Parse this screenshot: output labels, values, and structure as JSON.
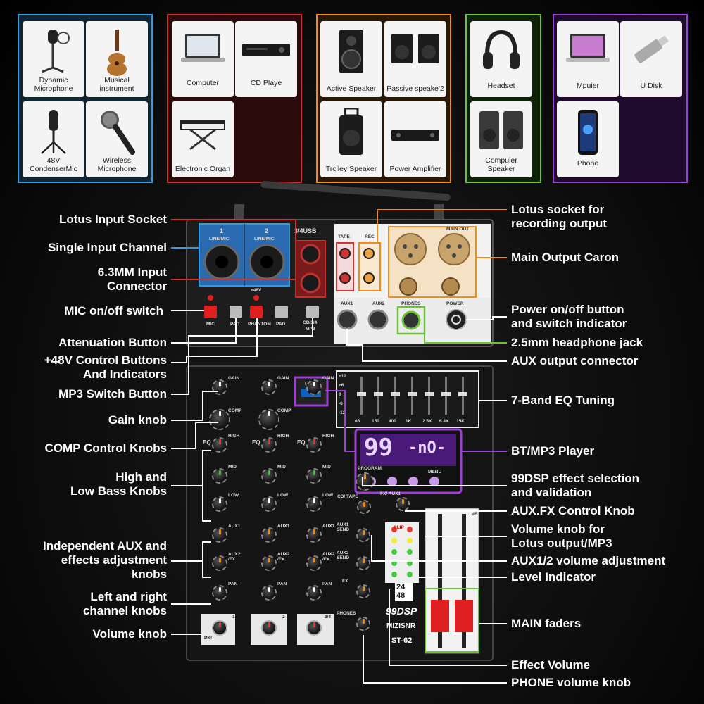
{
  "groups": [
    {
      "name": "inputs-mic",
      "color": "#2f9be0",
      "tiles": [
        {
          "label": "Dynamic Microphone",
          "icon": "microphone-stand-icon"
        },
        {
          "label": "Musical instrument",
          "icon": "ukulele-icon"
        },
        {
          "label": "48V CondenserMic",
          "icon": "condenser-mic-icon"
        },
        {
          "label": "Wireless Microphone",
          "icon": "wireless-mic-icon"
        }
      ]
    },
    {
      "name": "inputs-line",
      "color": "#d63030",
      "tiles": [
        {
          "label": "Computer",
          "icon": "laptop-icon"
        },
        {
          "label": "CD Playe",
          "icon": "cd-player-icon"
        },
        {
          "label": "Electronic Organ",
          "icon": "keyboard-icon"
        }
      ]
    },
    {
      "name": "outputs-speaker",
      "color": "#f08c1e",
      "tiles": [
        {
          "label": "Active Speaker",
          "icon": "active-speaker-icon"
        },
        {
          "label": "Passive speake'2",
          "icon": "passive-speakers-icon"
        },
        {
          "label": "Trclley Speaker",
          "icon": "trolley-speaker-icon"
        },
        {
          "label": "Power Amplifier",
          "icon": "amplifier-icon"
        }
      ]
    },
    {
      "name": "outputs-monitor",
      "color": "#6cc33a",
      "tiles": [
        {
          "label": "Headset",
          "icon": "headphones-icon"
        },
        {
          "label": "Compuler Speaker",
          "icon": "computer-speaker-icon"
        }
      ]
    },
    {
      "name": "usb-devices",
      "color": "#9b3fd6",
      "tiles": [
        {
          "label": "Mpuier",
          "icon": "laptop-icon"
        },
        {
          "label": "U Disk",
          "icon": "usb-disk-icon"
        },
        {
          "label": "Phone",
          "icon": "phone-icon"
        }
      ]
    }
  ],
  "left_labels": [
    "Lotus Input Socket",
    "Single Input Channel",
    "6.3MM Input\nConnector",
    "MIC on/off switch",
    "Attenuation Button",
    "+48V Control Buttons\nAnd Indicators",
    "MP3 Switch Button",
    "Gain knob",
    "COMP Control Knobs",
    "High and\nLow Bass Knobs",
    "Independent AUX and\neffects adjustment\nknobs",
    "Left and right\nchannel knobs",
    "Volume knob"
  ],
  "right_labels": [
    "Lotus socket for\nrecording output",
    "Main Output Caron",
    "Power on/off button\nand switch indicator",
    "2.5mm headphone jack",
    "AUX output connector",
    "7-Band EQ Tuning",
    "BT/MP3 Player",
    "99DSP effect selection\nand validation",
    "AUX.FX Control Knob",
    "Volume knob for\nLotus output/MP3",
    "AUX1/2 volume adjustment",
    "Level Indicator",
    "MAIN faders",
    "Effect Volume",
    "PHONE volume knob"
  ],
  "mixer": {
    "ch1": "1",
    "ch2": "2",
    "line_mic": "LINE/MIC",
    "usb_header": "3/4USB",
    "tape": "TAPE",
    "rec": "REC",
    "main_out": "MAIN OUT",
    "aux1": "AUX1",
    "aux2": "AUX2",
    "phones": "PHONES",
    "power": "POWER",
    "mic": "MIC",
    "pad": "PAD",
    "phantom": "PHANTOM",
    "v48": "+48V",
    "cd34": "CD/3/4",
    "mp3": "MP3",
    "usb": "USB",
    "display_num": "99",
    "display_txt": "-nO-",
    "menu": "MENU",
    "program": "PROGRAM",
    "gain": "GAIN",
    "comp": "COMP",
    "eq": "EQ",
    "high": "HIGH",
    "mid": "MID",
    "low": "LOW",
    "aux1_knob": "AUX1",
    "aux2fx": "AUX2 /FX",
    "pan": "PAN",
    "pk": "PK!",
    "ch_nums": [
      "1",
      "2",
      "3/4"
    ],
    "cd_tape": "CD/ TAPE",
    "fx_aux1": "FX/ AUX1",
    "aux1_send": "AUX1 SEND",
    "aux2_send": "AUX2 SEND",
    "fx": "FX",
    "phones_knob": "PHONES",
    "clip": "CLIP",
    "bits": "24",
    "khz": "48",
    "dsp": "99DSP",
    "brand": "MIZISNR",
    "model": "ST-62",
    "db": "dB",
    "eq_scale": [
      "+12",
      "+6",
      "0",
      "-6",
      "-12"
    ],
    "eq_freqs": [
      "63",
      "150",
      "400",
      "1K",
      "2.5K",
      "6.4K",
      "15K"
    ]
  },
  "colors": {
    "blue": "#2f9be0",
    "red": "#d63030",
    "orange": "#f08c1e",
    "green": "#6cc33a",
    "purple": "#9b3fd6"
  }
}
